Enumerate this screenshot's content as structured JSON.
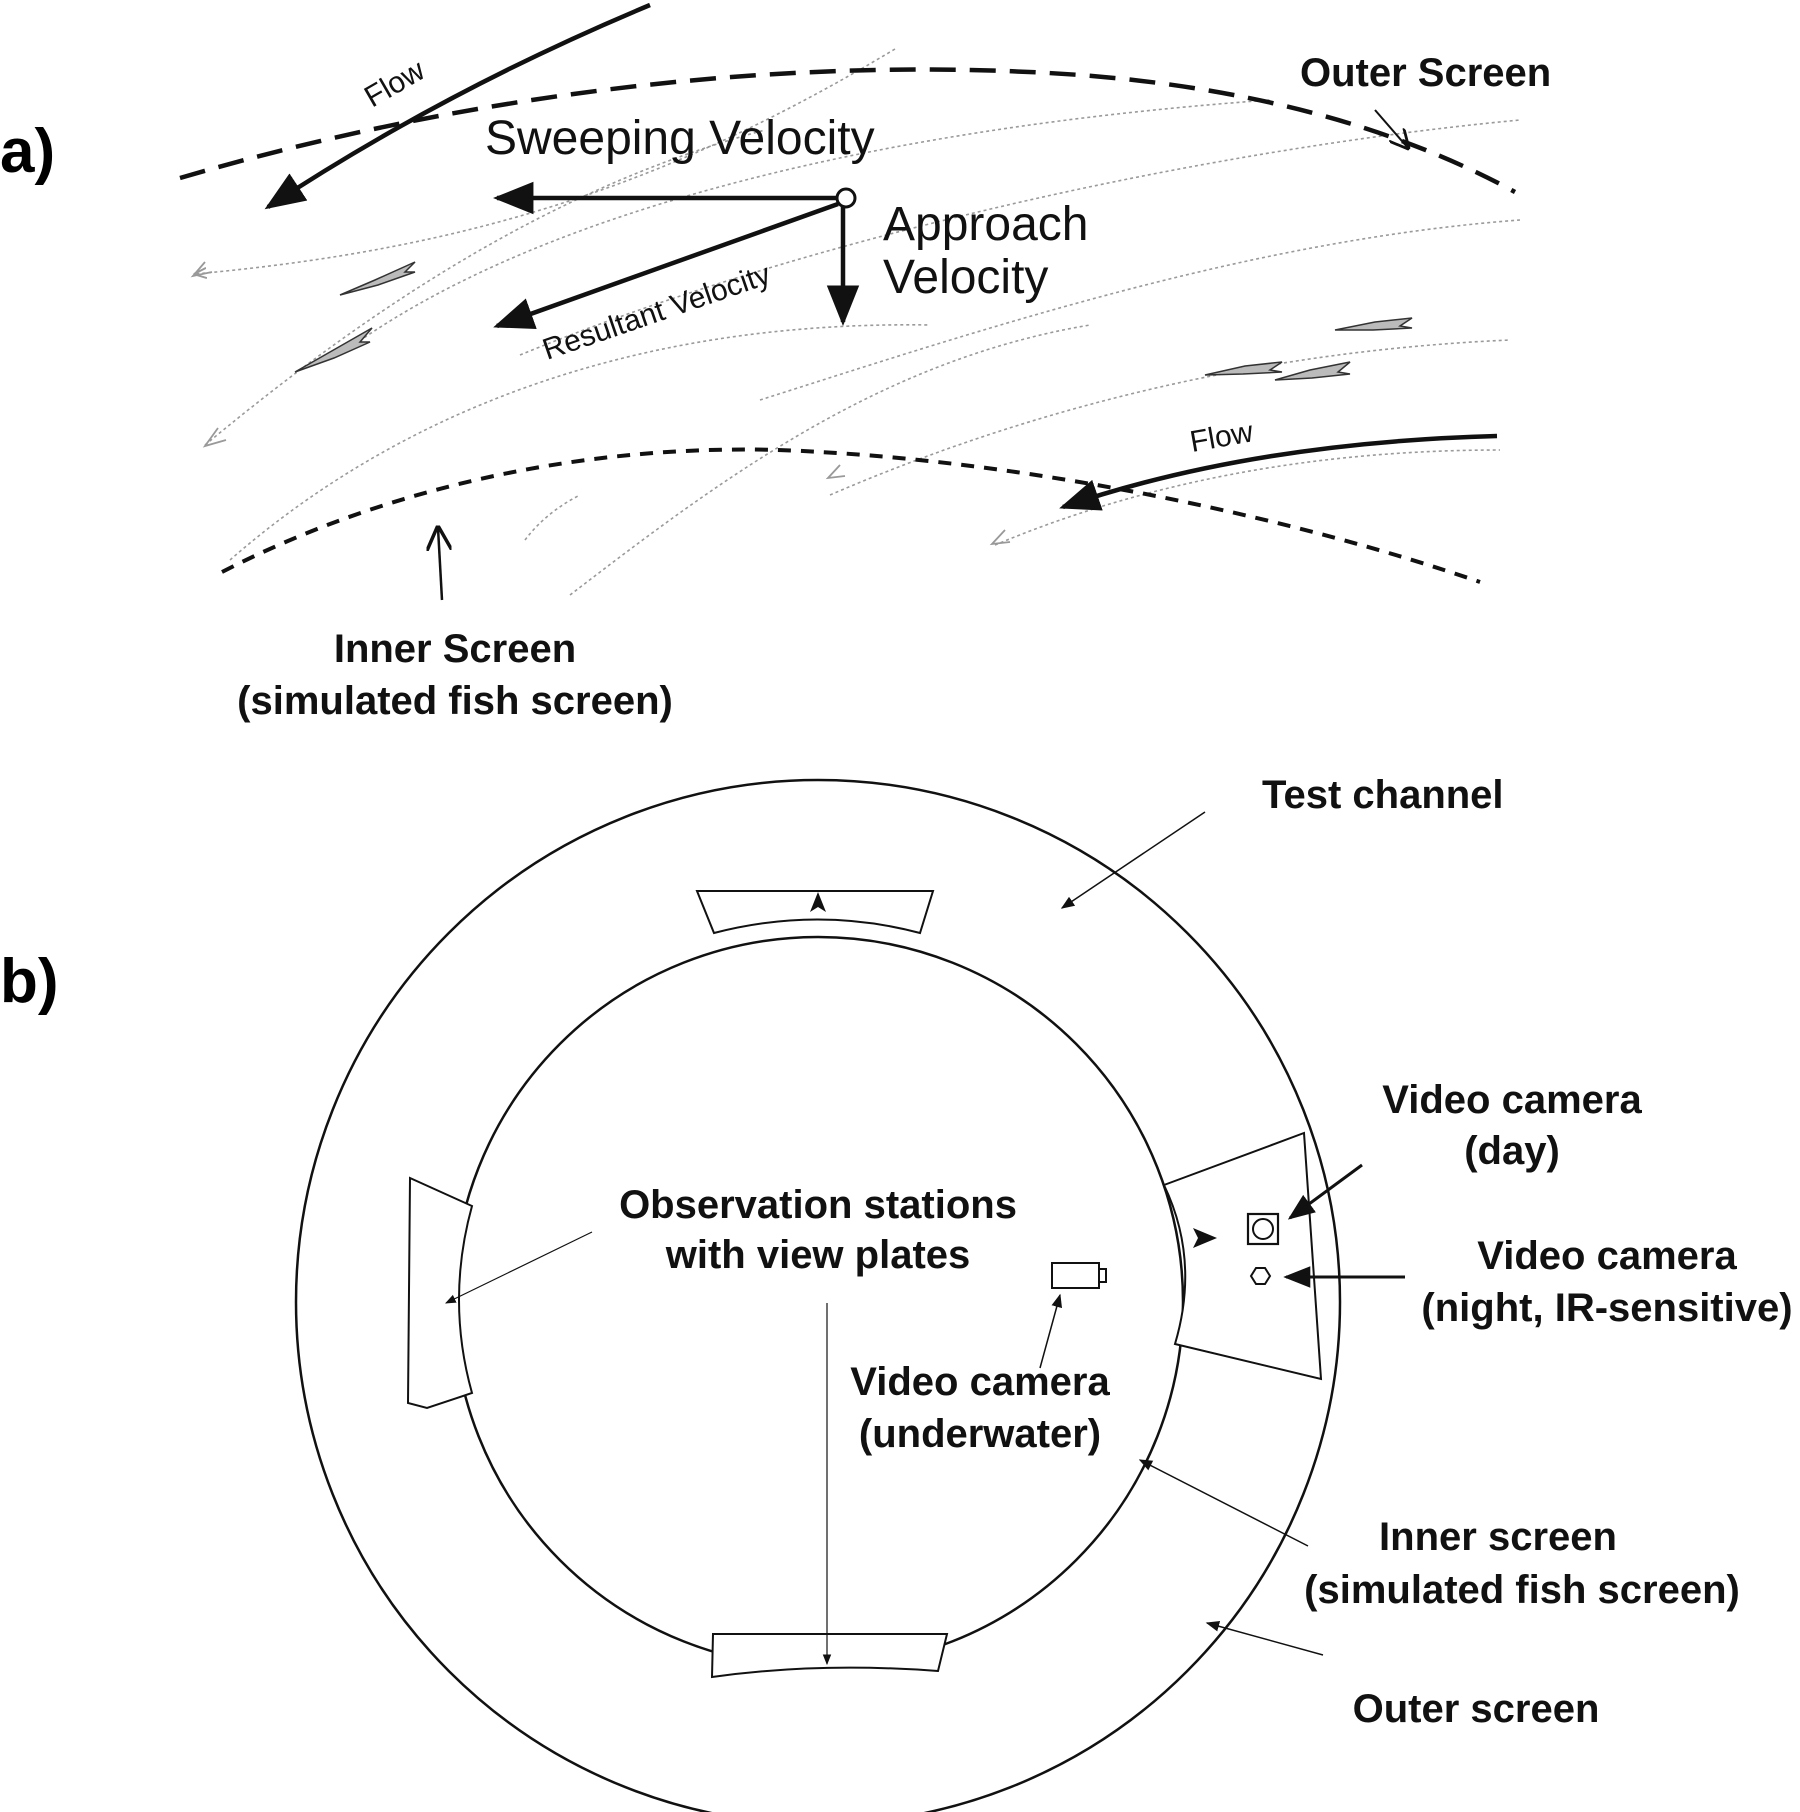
{
  "panel_a": {
    "label": "a)",
    "flow_top": "Flow",
    "flow_bottom": "Flow",
    "sweeping_velocity": "Sweeping Velocity",
    "approach_velocity_1": "Approach",
    "approach_velocity_2": "Velocity",
    "resultant_velocity": "Resultant Velocity",
    "outer_screen": "Outer Screen",
    "inner_screen_1": "Inner Screen",
    "inner_screen_2": "(simulated fish screen)"
  },
  "panel_b": {
    "label": "b)",
    "test_channel": "Test channel",
    "observation_1": "Observation stations",
    "observation_2": "with view plates",
    "video_day_1": "Video camera",
    "video_day_2": "(day)",
    "video_night_1": "Video camera",
    "video_night_2": "(night, IR-sensitive)",
    "video_underwater_1": "Video camera",
    "video_underwater_2": "(underwater)",
    "inner_screen_1": "Inner screen",
    "inner_screen_2": "(simulated fish screen)",
    "outer_screen": "Outer screen"
  }
}
